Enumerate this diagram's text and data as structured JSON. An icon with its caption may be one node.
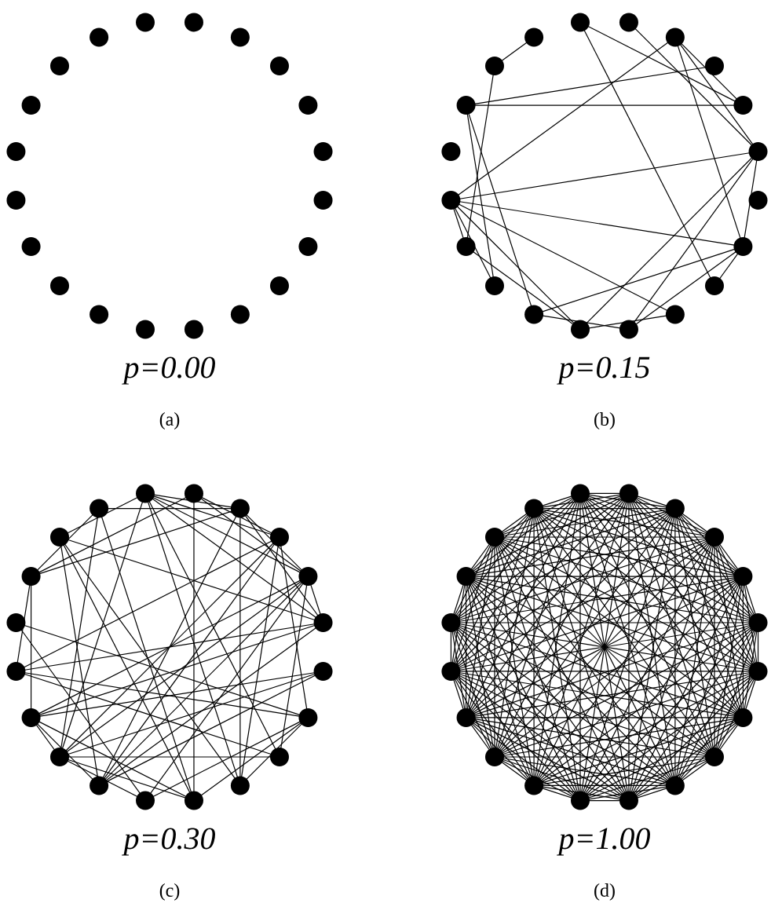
{
  "diagram": {
    "labels": [
      "p=0.00",
      "p=0.15",
      "(a)",
      "(b)",
      "p=0.30",
      "p=1.00",
      "(c)",
      "(d)"
    ]
  }
}
